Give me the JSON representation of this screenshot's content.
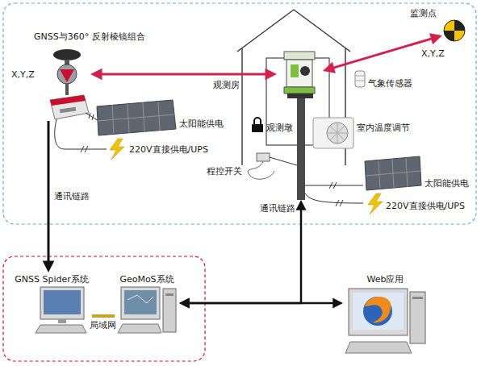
{
  "diagram": {
    "nodes": [
      {
        "text": [
          "GNSS与360° 反射棱镜组合",
          "X,Y,Z"
        ]
      },
      {
        "text": [
          "观测房"
        ]
      },
      {
        "text": [
          "观测墩"
        ],
        "in": 1
      },
      {
        "text": [
          "监测点",
          "X,Y,Z"
        ]
      },
      {
        "text": [
          "GNSS Spider系统"
        ]
      },
      {
        "text": [
          "GeoMoS系统"
        ]
      },
      {
        "text": [
          "Web应用"
        ]
      }
    ],
    "edges": [
      {
        "from": 0,
        "to": 2,
        "arrow": "both"
      },
      {
        "from": 2,
        "to": 3,
        "arrow": "both"
      },
      {
        "from": 0,
        "to": 4,
        "arrow": "to",
        "label": "通讯链路"
      },
      {
        "from": 4,
        "to": 5,
        "arrow": "none",
        "label": "局域网"
      },
      {
        "from": 5,
        "to": 2,
        "arrow": "both",
        "label": "通讯链路"
      },
      {
        "from": 5,
        "to": 6,
        "arrow": "both"
      }
    ],
    "labels": [
      "太阳能供电",
      "220V直接供电/UPS",
      "程控开关",
      "气象传感器",
      "室内温度调节",
      "太阳能供电",
      "220V直接供电/UPS"
    ]
  }
}
